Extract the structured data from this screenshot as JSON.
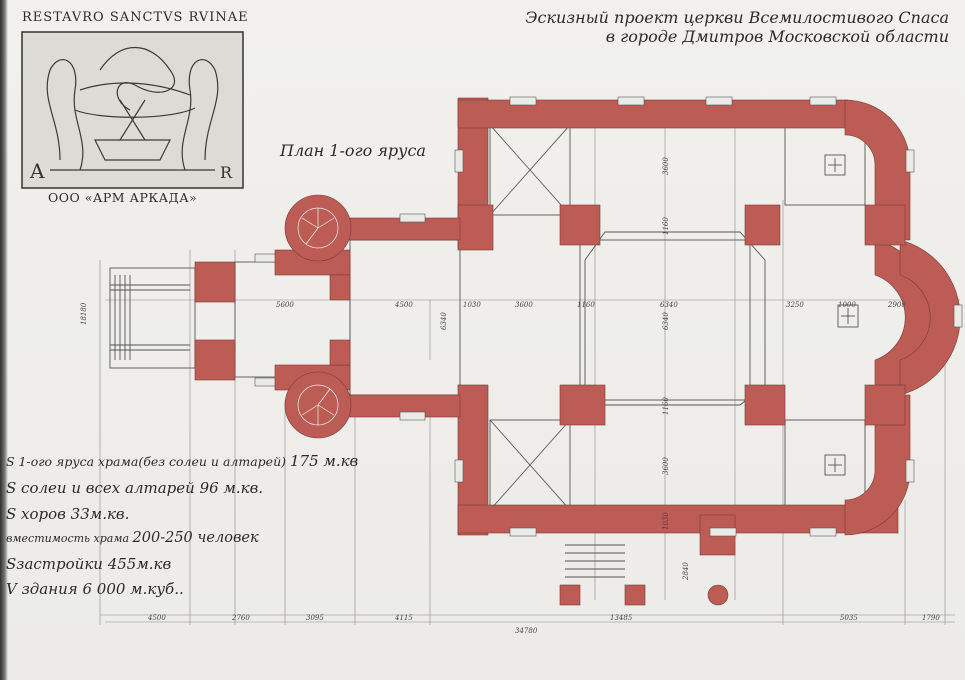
{
  "logo": {
    "heading": "RESTAVRO SANCTVS RVINAE",
    "letter_left": "A",
    "letter_right": "R",
    "company": "ООО «АРМ АРКАДА»"
  },
  "title": {
    "line1": "Эскизный проект церкви Всемилостивого Спаса",
    "line2": "в городе Дмитров Московской области"
  },
  "plan_label": "План 1-ого яруса",
  "stats": {
    "s1_text": "S 1-ого яруса храма(без солеи и алтарей)",
    "s1_value": "175 м.кв",
    "s2": "S солеи и всех алтарей 96 м.кв.",
    "s3": "S хоров 33м.кв.",
    "s4_text": "вместимость храма",
    "s4_value": "200-250 человек",
    "s5": "Sзастройки 455м.кв",
    "s6": "V здания 6 000 м.куб.."
  },
  "dimensions": {
    "left_width": "18180",
    "porch": "5600",
    "vestibule": "4500",
    "vestibule_height": "6340",
    "wall1": "1030",
    "bay1": "3600",
    "wall2": "1160",
    "center": "6340",
    "altar_bay": "3250",
    "altar_wall": "1000",
    "apse": "2900",
    "top_bay": "3600",
    "top_wall": "1160",
    "center_vertical": "6340",
    "bottom_wall": "1160",
    "bottom_bay": "3600",
    "side_1030": "1030",
    "stair": "2840",
    "b1": "4500",
    "b2": "2760",
    "b3": "3095",
    "b4": "4115",
    "b_total": "34780",
    "b5": "13485",
    "b6": "5035",
    "b7": "1790"
  },
  "colors": {
    "wall_fill": "#bd5c55",
    "line": "#555555",
    "paper": "#efeeea"
  }
}
